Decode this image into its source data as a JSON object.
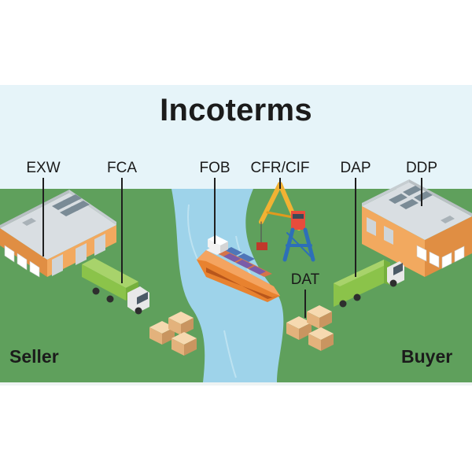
{
  "title": "Incoterms",
  "terms": {
    "exw": "EXW",
    "fca": "FCA",
    "fob": "FOB",
    "cfr_cif": "CFR/CIF",
    "dap": "DAP",
    "ddp": "DDP",
    "dat": "DAT"
  },
  "parties": {
    "seller": "Seller",
    "buyer": "Buyer"
  },
  "colors": {
    "sky": "#e6f4f9",
    "grass": "#5fa05c",
    "river": "#9ed3ea",
    "building_wall": "#f0a65c",
    "roof": "#d8dde0",
    "truck_cargo": "#8bc34a",
    "ship_hull": "#e8822f",
    "crane": "#f2b233"
  },
  "icons": [
    "warehouse-icon",
    "truck-icon",
    "ship-icon",
    "crane-icon",
    "boxes-icon"
  ]
}
